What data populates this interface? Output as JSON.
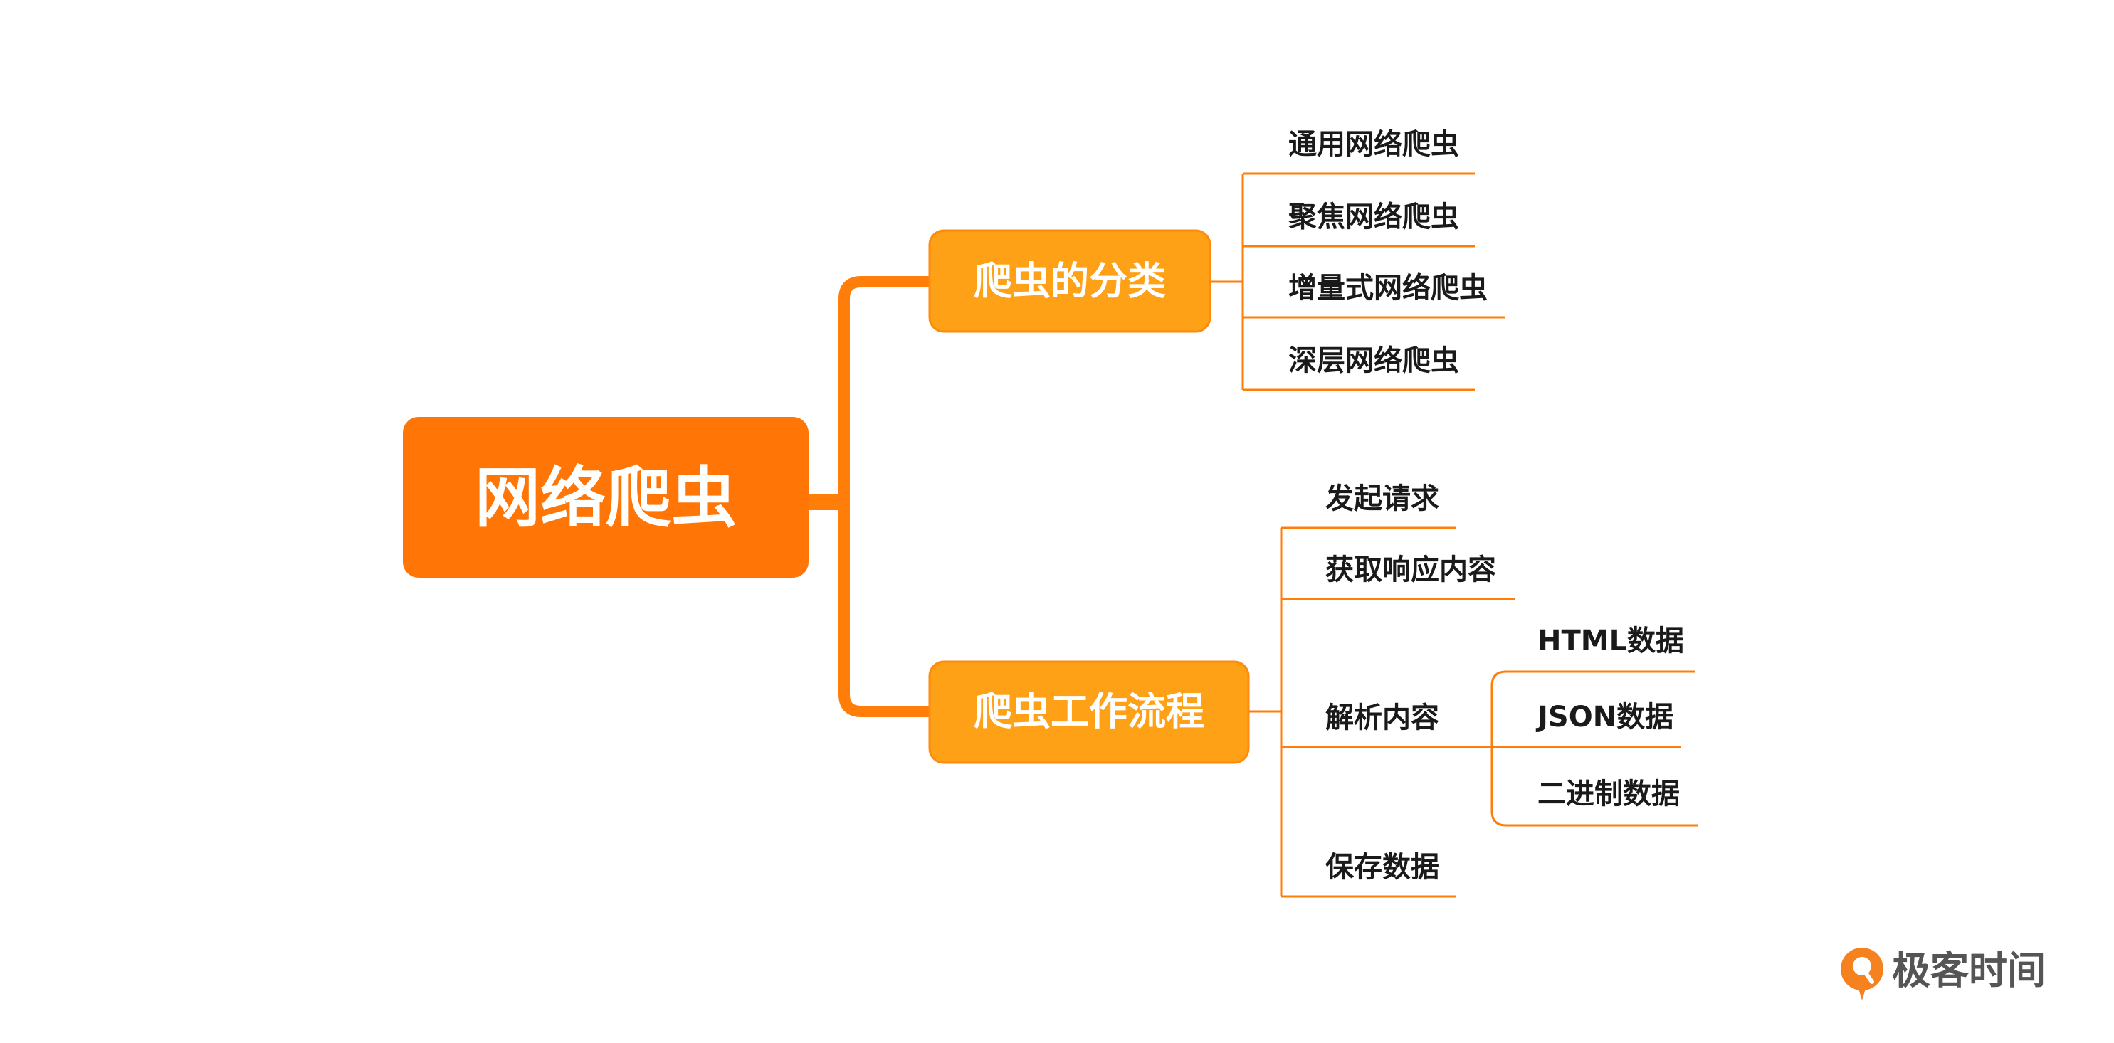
{
  "colors": {
    "root_fill": "#FF7506",
    "branch_fill": "#FFA116",
    "branch_stroke": "#FF8A0C",
    "line": "#FF7E0A",
    "leaf_text": "#1a1a1a",
    "logo_orange": "#F5821F",
    "logo_text": "#555555"
  },
  "mindmap": {
    "root": {
      "label": "网络爬虫"
    },
    "branches": [
      {
        "label": "爬虫的分类",
        "children": [
          {
            "label": "通用网络爬虫"
          },
          {
            "label": "聚焦网络爬虫"
          },
          {
            "label": "增量式网络爬虫"
          },
          {
            "label": "深层网络爬虫"
          }
        ]
      },
      {
        "label": "爬虫工作流程",
        "children": [
          {
            "label": "发起请求"
          },
          {
            "label": "获取响应内容"
          },
          {
            "label": "解析内容",
            "children": [
              {
                "label": "HTML数据"
              },
              {
                "label": "JSON数据"
              },
              {
                "label": "二进制数据"
              }
            ]
          },
          {
            "label": "保存数据"
          }
        ]
      }
    ]
  },
  "logo": {
    "text": "极客时间",
    "icon": "geektime-logo-icon"
  }
}
